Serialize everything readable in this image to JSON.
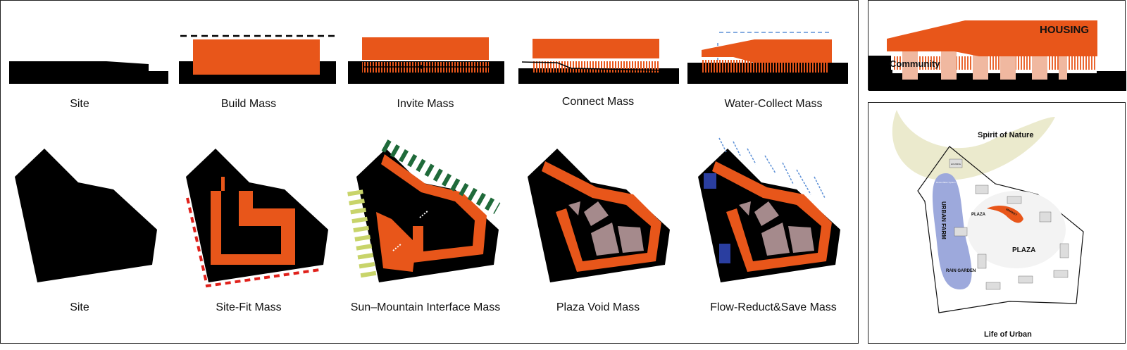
{
  "main_panel": {
    "section_row": [
      {
        "label": "Site"
      },
      {
        "label": "Build Mass"
      },
      {
        "label": "Invite Mass"
      },
      {
        "label": "Connect Mass"
      },
      {
        "label": "Water-Collect Mass"
      }
    ],
    "plan_row": [
      {
        "label": "Site"
      },
      {
        "label": "Site-Fit Mass"
      },
      {
        "label": "Sun–Mountain Interface Mass"
      },
      {
        "label": "Plaza Void Mass"
      },
      {
        "label": "Flow-Reduct&Save Mass"
      }
    ]
  },
  "section_panel": {
    "housing_label": "HOUSING",
    "community_label": "Community"
  },
  "concept_panel": {
    "top_label": "Spirit of Nature",
    "bottom_label": "Life of Urban",
    "route_water_label": "Route Water System",
    "urban_farm_label": "URBAN FARM",
    "rain_garden_label": "RAIN GARDEN",
    "plaza_small_label": "PLAZA",
    "plaza_large_label": "PLAZA",
    "market_label": "MARKET",
    "housing_tag": "HOUSING"
  },
  "colors": {
    "mass_orange": "#e8561a",
    "site_black": "#000000",
    "sun_green": "#c8d46a",
    "mountain_green": "#1f6a3a",
    "plaza_void": "#a58a8c",
    "water_blue": "#2a3ea0",
    "flow_arrow": "#5b8fd6"
  }
}
